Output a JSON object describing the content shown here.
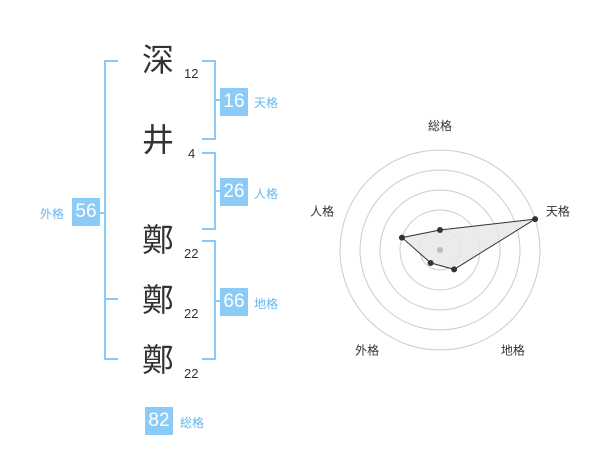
{
  "name_chars": [
    {
      "char": "深",
      "strokes": "12"
    },
    {
      "char": "井",
      "strokes": "4"
    },
    {
      "char": "鄭",
      "strokes": "22"
    },
    {
      "char": "鄭",
      "strokes": "22"
    },
    {
      "char": "鄭",
      "strokes": "22"
    }
  ],
  "kakusu": {
    "tenkaku": {
      "value": "16",
      "label": "天格"
    },
    "jinkaku": {
      "value": "26",
      "label": "人格"
    },
    "chikaku": {
      "value": "66",
      "label": "地格"
    },
    "gaikaku": {
      "value": "56",
      "label": "外格"
    },
    "soukaku": {
      "value": "82",
      "label": "総格"
    }
  },
  "chart_data": {
    "type": "radar",
    "axes": [
      "総格",
      "天格",
      "地格",
      "外格",
      "人格"
    ],
    "values": [
      1,
      5,
      1.2,
      0.8,
      2
    ],
    "rmax": 5,
    "rings": [
      1,
      2,
      3,
      4,
      5
    ],
    "colors": {
      "fill": "#e8e8e8",
      "stroke": "#333333",
      "grid": "#cccccc",
      "center": "#bbbbbb"
    }
  }
}
